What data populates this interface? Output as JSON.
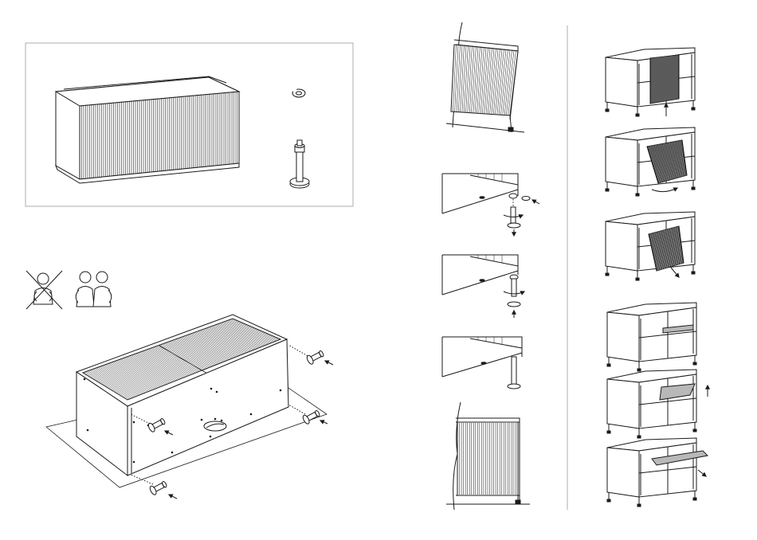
{
  "colors": {
    "line": "#1a1a1a",
    "panel_border": "#9a9a9a",
    "slat_fill": "#3a3a3a",
    "shelf_fill": "#b8b8b8",
    "floor_fill": "#ffffff"
  },
  "icons": {
    "overview_sideboard": "sideboard-icon",
    "clip_part": "clip-icon",
    "leg_part": "leg-icon",
    "one_person_warning": "one-person-crossed-icon",
    "two_person": "two-persons-icon",
    "arrow": "arrow-icon",
    "rotate": "rotate-arrow-icon"
  },
  "steps": {
    "left_group": [
      "parts-overview",
      "two-person-lift",
      "attach-legs-upside-down"
    ],
    "middle_group": [
      "door-frame-detail",
      "leg-clip-attach",
      "leg-twist",
      "leg-level",
      "door-bottom-detail"
    ],
    "right_group": [
      "lift-door",
      "tilt-door",
      "remove-door",
      "shelf-view",
      "lift-shelf",
      "remove-shelf"
    ]
  }
}
